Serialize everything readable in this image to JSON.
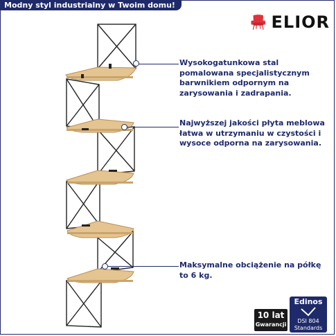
{
  "banner": {
    "text": "Modny styl industrialny w Twoim domu!"
  },
  "brand": {
    "name": "ELIOR",
    "icon": "armchair-icon",
    "icon_color": "#e0323c"
  },
  "notes": [
    {
      "text": "Wysokogatunkowa stal pomalowana specjalistycznym barwnikiem odpornym na zarysowania i zadrapania."
    },
    {
      "text": "Najwyższej jakości płyta meblowa łatwa w utrzymaniu w czystości i wysoce odporna na zarysowania."
    },
    {
      "text": "Maksymalne obciążenie na półkę to 6 kg."
    }
  ],
  "badges": {
    "warranty": {
      "line1": "10 lat",
      "line2": "Gwarancji"
    },
    "edinos": {
      "title": "Edinos",
      "line1": "DSI 804",
      "line2": "Standards"
    }
  },
  "colors": {
    "navy": "#1f2a6b",
    "wood": "#e4c490",
    "steel": "#222222"
  }
}
